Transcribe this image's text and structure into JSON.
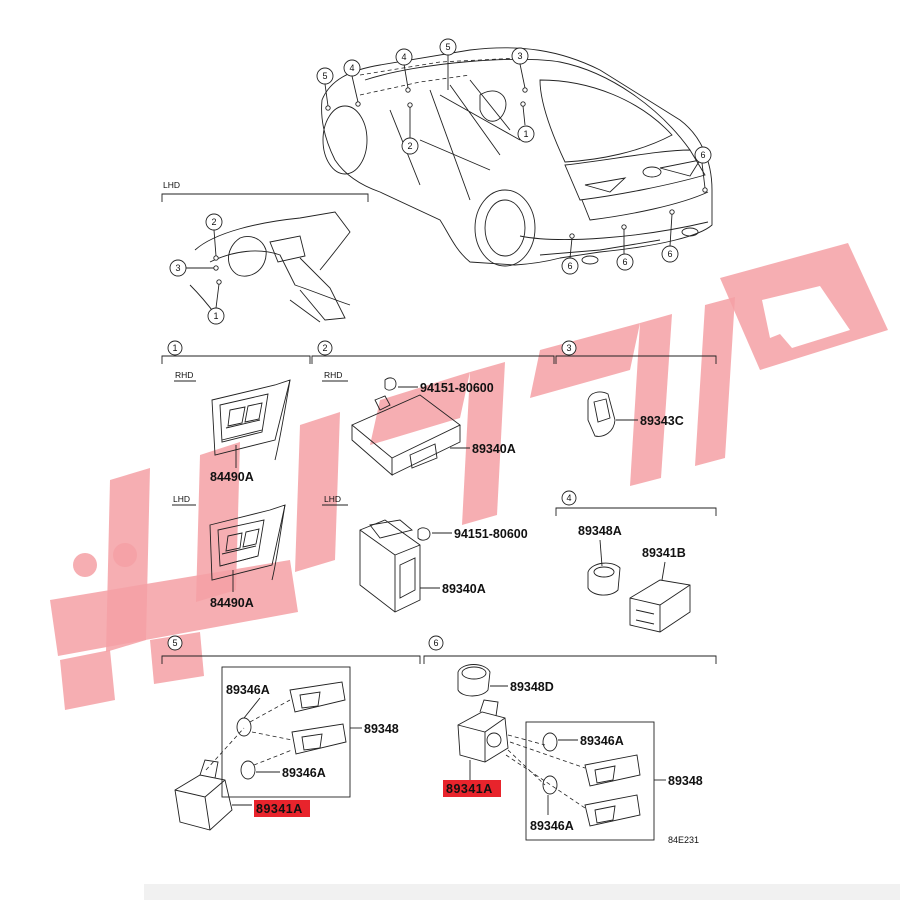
{
  "watermark": {
    "color": "#f5a0a5"
  },
  "sections": {
    "lhd_top": "LHD",
    "rhd_1": "RHD",
    "rhd_2": "RHD",
    "lhd_1": "LHD",
    "lhd_2": "LHD"
  },
  "callouts": [
    "1",
    "2",
    "3",
    "4",
    "5",
    "6"
  ],
  "parts": {
    "p84490a_rhd": "84490A",
    "p84490a_lhd": "84490A",
    "p94151_rhd": "94151-80600",
    "p94151_lhd": "94151-80600",
    "p89340a_rhd": "89340A",
    "p89340a_lhd": "89340A",
    "p89343c": "89343C",
    "p89348a": "89348A",
    "p89341b": "89341B",
    "p89346a_1": "89346A",
    "p89346a_2": "89346A",
    "p89346a_3": "89346A",
    "p89346a_4": "89346A",
    "p89348_5": "89348",
    "p89348_6": "89348",
    "p89348d": "89348D",
    "p89341a_5": "89341A",
    "p89341a_6": "89341A"
  },
  "highlight_color": "#e8242c",
  "figure_code": "84E231"
}
